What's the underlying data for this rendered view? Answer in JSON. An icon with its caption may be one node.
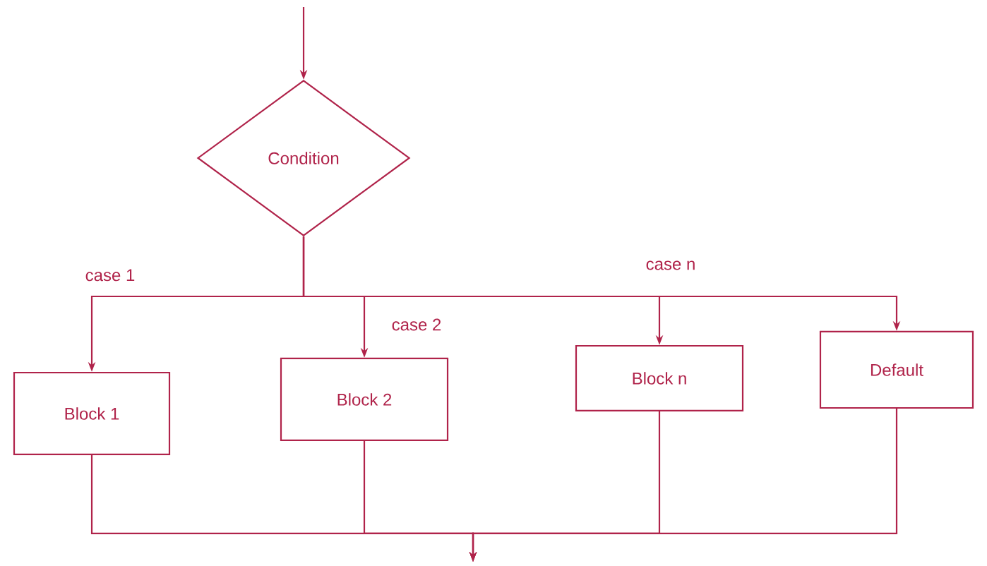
{
  "diagram": {
    "nodes": [
      {
        "text": [
          "Condition"
        ]
      },
      {
        "text": [
          "Block 1"
        ]
      },
      {
        "text": [
          "Block 2"
        ]
      },
      {
        "text": [
          "Block n"
        ]
      },
      {
        "text": [
          "Default"
        ]
      }
    ],
    "edges": [
      {
        "from": null,
        "to": 0,
        "arrow": "to"
      },
      {
        "from": 0,
        "to": 1,
        "arrow": "to",
        "label": "case 1"
      },
      {
        "from": 0,
        "to": 2,
        "arrow": "to",
        "label": "case 2"
      },
      {
        "from": 0,
        "to": 3,
        "arrow": "to",
        "label": "case n"
      },
      {
        "from": 0,
        "to": 4,
        "arrow": "to"
      },
      {
        "from": 1,
        "to": null,
        "arrow": "to"
      },
      {
        "from": 2,
        "to": null,
        "arrow": "to"
      },
      {
        "from": 3,
        "to": null,
        "arrow": "to"
      },
      {
        "from": 4,
        "to": null,
        "arrow": "to"
      }
    ]
  }
}
